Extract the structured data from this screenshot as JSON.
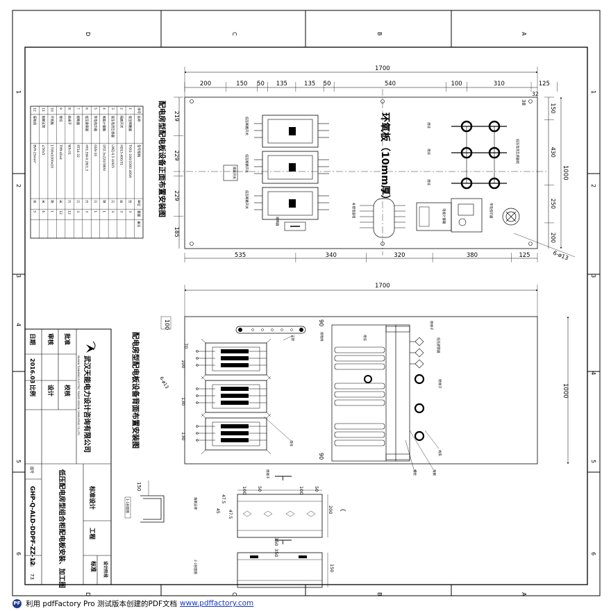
{
  "border": {
    "zones_top": [
      "D",
      "C",
      "B",
      "A"
    ],
    "zones_side": [
      "1",
      "2",
      "3",
      "4",
      "5",
      "6"
    ]
  },
  "front_view": {
    "title": "配电房型配电板设备正面布置安装图",
    "panel_label": "环氧板（10mm厚）",
    "overall_width": "1700",
    "top_dims": [
      "200",
      "150",
      "50",
      "135",
      "135",
      "50",
      "540",
      "100",
      "310",
      "125"
    ],
    "top_small": [
      "38",
      "32"
    ],
    "bottom_dims": [
      "535",
      "340",
      "320",
      "380",
      "125"
    ],
    "left_dims": [
      "219",
      "229",
      "229",
      "185"
    ],
    "right_dims": [
      "150",
      "430",
      "250",
      "200"
    ],
    "overall_height": "1000",
    "hole_note": "6-ø13",
    "tag_breaker": "低压断路开关",
    "tag_isolator": "隔离开关",
    "tag_fuse": "熔断器",
    "tag_meter": "电能计量箱",
    "tag_ct": "低压电流互感器组",
    "tag_indicator": "带电指示器",
    "tag_capacitor": "补偿电容组"
  },
  "back_view": {
    "title": "配电房型配电板设备背面布置安装图",
    "overall_width": "1700",
    "overall_height": "1000",
    "dim_100": "100",
    "dim_90_top": "90",
    "dim_90_bottom": "90",
    "dim_70": "70",
    "dim_b1": "6-ø13",
    "dims_left": [
      "100",
      "130",
      "130"
    ],
    "tag_busbar": "母排",
    "tag_tube": "绝缘子",
    "tag_bracket": "支架",
    "tag_wire": "接地线",
    "tag_arrester": "低压避雷器",
    "tag_insulator": "绝缘子",
    "tag_clamp": "线夹",
    "tag_bolt": "螺栓",
    "tag_steel": "角钢"
  },
  "details": {
    "bracket_label": "1-1剖面图",
    "dim_150": "150",
    "dims_top": [
      "100",
      "50",
      "100",
      "50"
    ],
    "dim_200": "200",
    "dim_350a": "350",
    "dim_350b": "350",
    "dim_150b": "150",
    "angle_a": "47.5",
    "angle_b": "47.5",
    "angle_c": "45",
    "mark_1": "Ⅰ",
    "tag_plate": "角钢支撑",
    "tag_section": "2-2剖面图"
  },
  "bom": {
    "header": [
      "序号",
      "名称",
      "型号规格",
      "单位",
      "数量",
      "备注"
    ],
    "rows": [
      [
        "1",
        "低压断路器",
        "TKR1-100/3300 400A",
        "台",
        "3",
        ""
      ],
      [
        "2",
        "隔离开关",
        "HD13-400/31",
        "台",
        "3",
        ""
      ],
      [
        "3",
        "低压电流互感器",
        "LMZJ-0.5 400/5",
        "只",
        "3",
        ""
      ],
      [
        "4",
        "电能计量箱",
        "DTZ-3x220/380V",
        "块",
        "1",
        ""
      ],
      [
        "5",
        "带电指示器",
        "GSN-10",
        "只",
        "1",
        ""
      ],
      [
        "6",
        "低压避雷器",
        "HY1.5W-0.28/1.3",
        "只",
        "3",
        ""
      ],
      [
        "7",
        "熔断器",
        "RT14-32",
        "只",
        "3",
        ""
      ],
      [
        "8",
        "绝缘子",
        "WX-01",
        "只",
        "12",
        ""
      ],
      [
        "9",
        "母排",
        "TMY-40x4",
        "米",
        "12",
        ""
      ],
      [
        "10",
        "环氧板",
        "1700x1000x10",
        "块",
        "1",
        ""
      ],
      [
        "11",
        "角钢支架",
        "∠50x5",
        "米",
        "6",
        ""
      ],
      [
        "12",
        "接地线",
        "BVR-25mm²",
        "米",
        "5",
        ""
      ]
    ]
  },
  "title_block": {
    "company": "武汉天能电力设计咨询有限公司",
    "company_en": "WUHAN TIANNENG ELECTRIC POWER DESIGN CONSULTING CO.,LTD.",
    "approve": "批准",
    "review": "审核",
    "check": "校核",
    "date_label": "日期",
    "date_value": "2016.03",
    "design": "设计",
    "scale": "比例",
    "drawing_title": "低压配电房型组合柜配电板安装、加工图",
    "std_design": "标准设计",
    "project": "工程",
    "stage": "标准",
    "stage2": "设计阶段",
    "drawing_no_label": "图号",
    "drawing_no": "GHP-Q-ALD-DDPF-ZZ-12",
    "page_label": "页码",
    "page_value": "73"
  },
  "footer": {
    "prefix": "利用 pdfFactory Pro 测试版本创建的PDF文档",
    "link": "www.pdffactory.com"
  }
}
